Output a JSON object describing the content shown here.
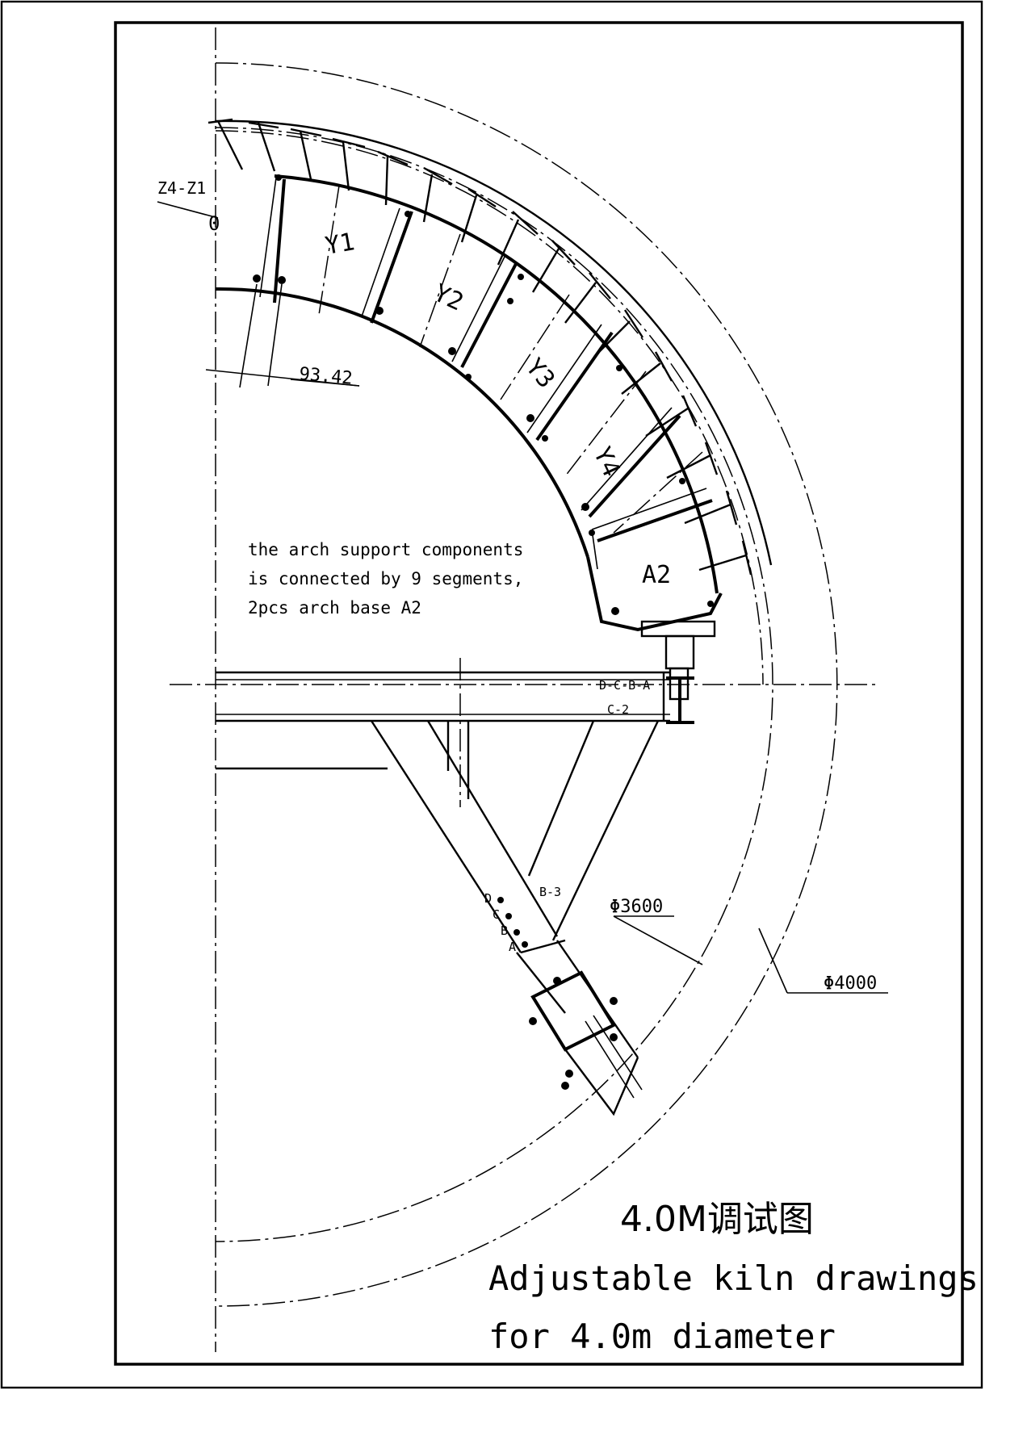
{
  "labels": {
    "z4z1": "Z4-Z1",
    "zero": "0",
    "y1": "Y1",
    "y2": "Y2",
    "y3": "Y3",
    "y4": "Y4",
    "a2": "A2",
    "dim": "93.42",
    "d": "D",
    "c": "C",
    "b": "B",
    "a": "A",
    "b3": "B-3",
    "c2": "C-2",
    "dcba": "D-C-B-A",
    "phi3600": "Φ3600",
    "phi4000": "Φ4000"
  },
  "note": {
    "line1": "the arch support components",
    "line2": "is connected by 9 segments,",
    "line3": "2pcs arch base  A2"
  },
  "title": {
    "cn": "4.0M调试图",
    "en1": "Adjustable kiln drawings",
    "en2": "for 4.0m diameter"
  }
}
